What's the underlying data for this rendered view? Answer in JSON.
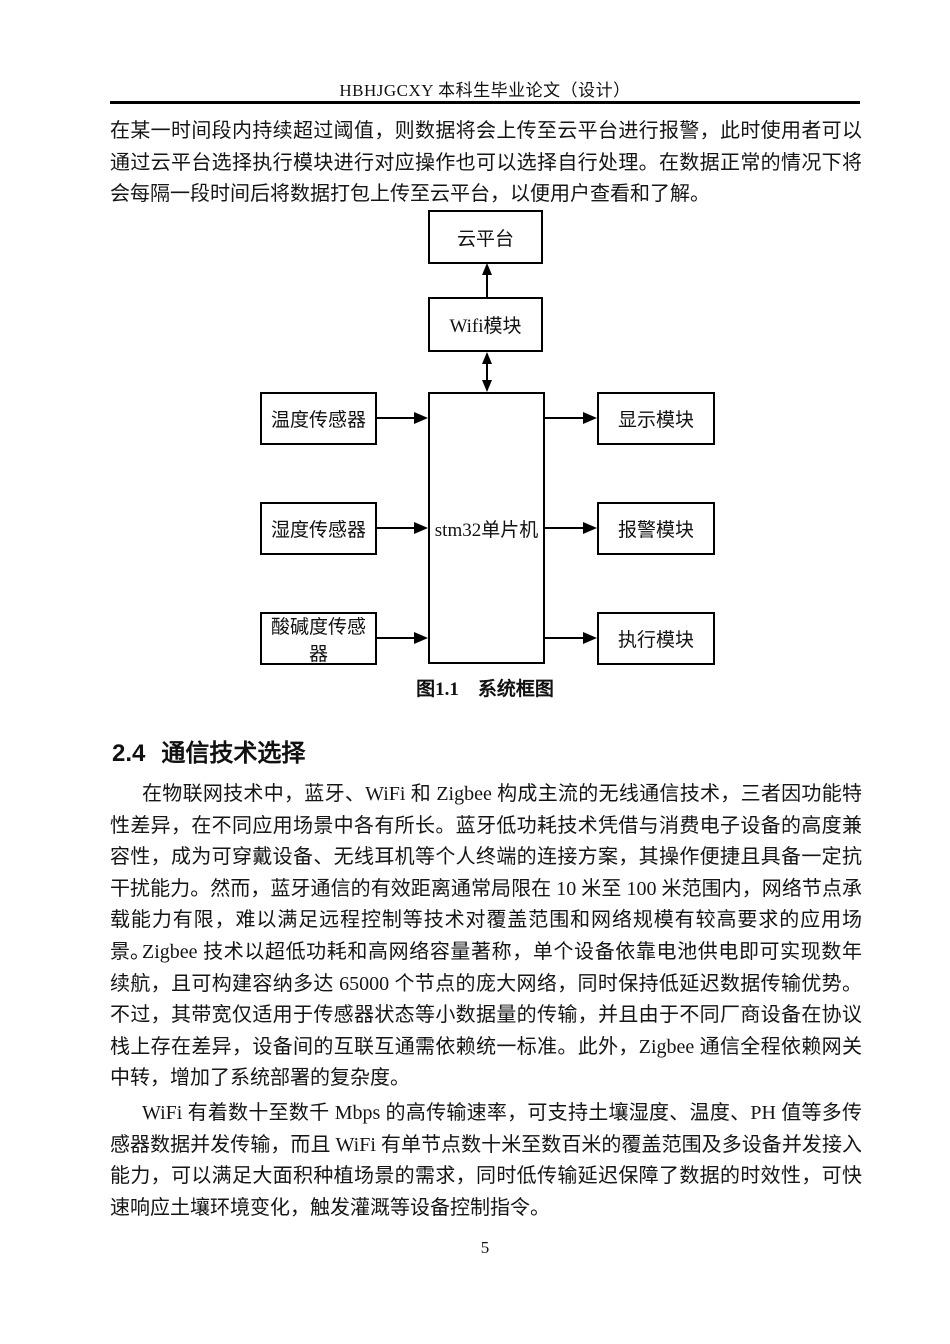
{
  "header": {
    "title": "HBHJGCXY 本科生毕业论文（设计）"
  },
  "intro_paragraph": "在某一时间段内持续超过阈值，则数据将会上传至云平台进行报警，此时使用者可以通过云平台选择执行模块进行对应操作也可以选择自行处理。在数据正常的情况下将会每隔一段时间后将数据打包上传至云平台，以便用户查看和了解。",
  "diagram": {
    "caption": "图1.1　系统框图",
    "nodes": {
      "cloud": "云平台",
      "wifi": "Wifi模块",
      "mcu": "stm32单片机",
      "temp": "温度传感器",
      "humidity": "湿度传感器",
      "ph": "酸碱度传感器",
      "display": "显示模块",
      "alarm": "报警模块",
      "exec": "执行模块"
    }
  },
  "section": {
    "number": "2.4",
    "title": "通信技术选择",
    "paragraphs": [
      "在物联网技术中，蓝牙、WiFi 和 Zigbee 构成主流的无线通信技术，三者因功能特性差异，在不同应用场景中各有所长。蓝牙低功耗技术凭借与消费电子设备的高度兼容性，成为可穿戴设备、无线耳机等个人终端的连接方案，其操作便捷且具备一定抗干扰能力。然而，蓝牙通信的有效距离通常局限在 10 米至 100 米范围内，网络节点承载能力有限，难以满足远程控制等技术对覆盖范围和网络规模有较高要求的应用场景。",
      "Zigbee 技术以超低功耗和高网络容量著称，单个设备依靠电池供电即可实现数年续航，且可构建容纳多达 65000 个节点的庞大网络，同时保持低延迟数据传输优势。不过，其带宽仅适用于传感器状态等小数据量的传输，并且由于不同厂商设备在协议栈上存在差异，设备间的互联互通需依赖统一标准。此外，Zigbee 通信全程依赖网关中转，增加了系统部署的复杂度。",
      "WiFi 有着数十至数千 Mbps 的高传输速率，可支持土壤湿度、温度、PH 值等多传感器数据并发传输，而且 WiFi 有单节点数十米至数百米的覆盖范围及多设备并发接入能力，可以满足大面积种植场景的需求，同时低传输延迟保障了数据的时效性，可快速响应土壤环境变化，触发灌溉等设备控制指令。"
    ]
  },
  "footer": {
    "page_number": "5"
  },
  "colors": {
    "text": "#151515",
    "line": "#000000",
    "background": "#ffffff"
  }
}
